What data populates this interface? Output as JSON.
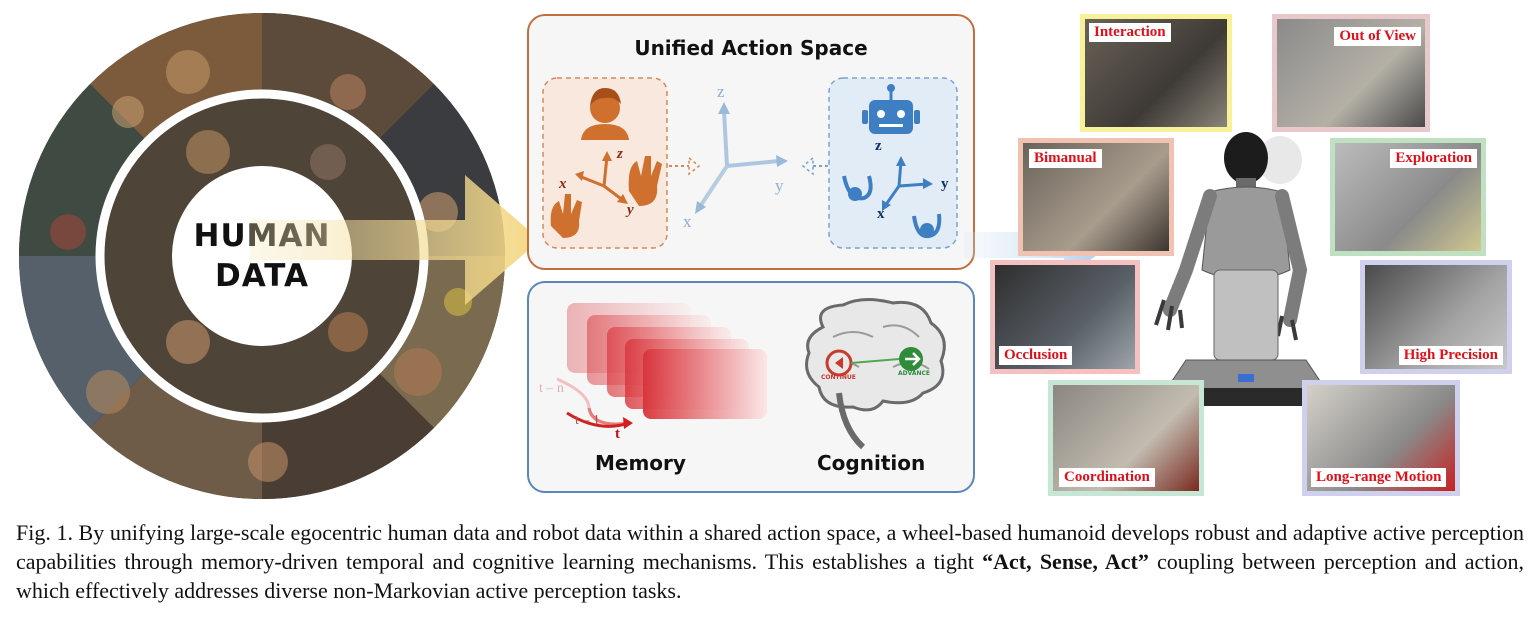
{
  "wheel": {
    "label_line1": "HUMAN",
    "label_line2": "DATA"
  },
  "action_space": {
    "title": "Unified Action Space",
    "human_axes": {
      "x": "x",
      "y": "y",
      "z": "z"
    },
    "center_axes": {
      "x": "x",
      "y": "y",
      "z": "z"
    },
    "robot_axes": {
      "x": "x",
      "y": "y",
      "z": "z"
    }
  },
  "memory_panel": {
    "memory_label": "Memory",
    "cognition_label": "Cognition",
    "t_n": "t – n",
    "t_1": "t – 1",
    "t": "t",
    "continue_label": "CONTINUE",
    "advance_label": "ADVANCE"
  },
  "tasks": {
    "interaction": "Interaction",
    "out_of_view": "Out of View",
    "bimanual": "Bimanual",
    "exploration": "Exploration",
    "occlusion": "Occlusion",
    "high_precision": "High Precision",
    "coordination": "Coordination",
    "long_range": "Long-range Motion"
  },
  "caption": {
    "part1": "Fig. 1. By unifying large-scale egocentric human data and robot data within a shared action space, a wheel-based humanoid develops robust and adaptive active perception capabilities through memory-driven temporal and cognitive learning mechanisms. This establishes a tight ",
    "bold": "“Act, Sense, Act”",
    "part2": " coupling between perception and action, which effectively addresses diverse non-Markovian active perception tasks."
  },
  "colors": {
    "human": "#d0702e",
    "robot": "#3e7fc4",
    "task_label": "#e0101a"
  }
}
